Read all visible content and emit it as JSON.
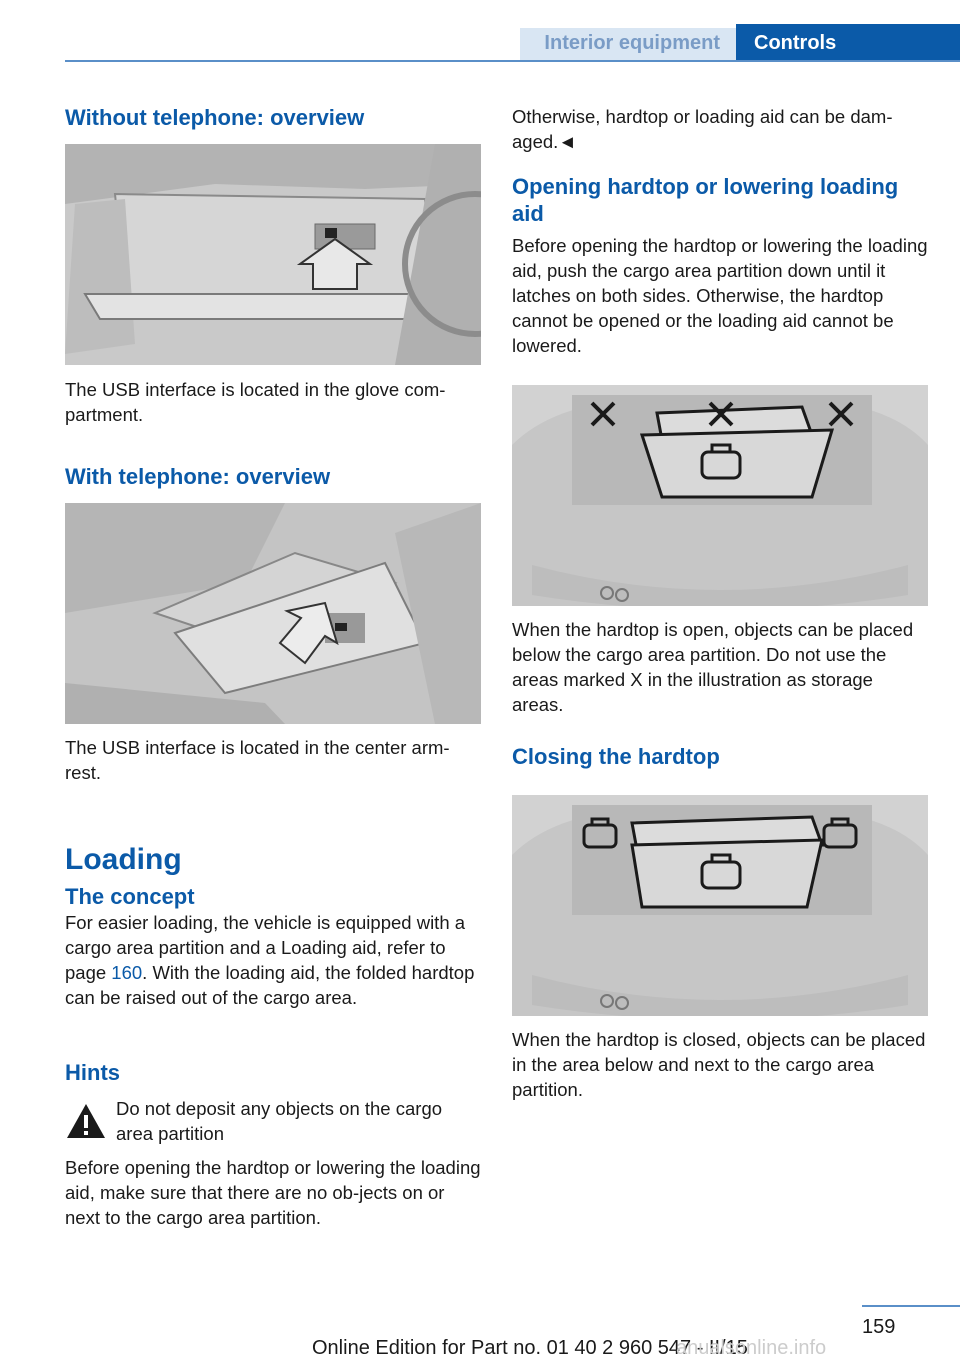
{
  "header": {
    "section": "Interior equipment",
    "tab": "Controls"
  },
  "left": {
    "h_without": "Without telephone: overview",
    "p_without": "The USB interface is located in the glove com-partment.",
    "h_with": "With telephone: overview",
    "p_with": "The USB interface is located in the center arm-rest.",
    "h_loading": "Loading",
    "h_concept": "The concept",
    "p_concept_1": "For easier loading, the vehicle is equipped with a cargo area partition and a Loading aid, refer to page ",
    "p_concept_link": "160",
    "p_concept_2": ". With the loading aid, the folded hardtop can be raised out of the cargo area.",
    "h_hints": "Hints",
    "warn_title": "Do not deposit any objects on the cargo area partition",
    "p_hints": "Before opening the hardtop or lowering the loading aid, make sure that there are no ob-jects on or next to the cargo area partition."
  },
  "right": {
    "p_cont": "Otherwise, hardtop or loading aid can be dam-aged.◄",
    "h_opening": "Opening hardtop or lowering loading aid",
    "p_opening": "Before opening the hardtop or lowering the loading aid, push the cargo area partition down until it latches on both sides. Otherwise, the hardtop cannot be opened or the loading aid cannot be lowered.",
    "p_open": "When the hardtop is open, objects can be placed below the cargo area partition. Do not use the areas marked X in the illustration as storage areas.",
    "h_closing": "Closing the hardtop",
    "p_closed": "When the hardtop is closed, objects can be placed in the area below and next to the cargo area partition."
  },
  "footer": {
    "page_number": "159",
    "edition": "Online Edition for Part no. 01 40 2 960 547 - II/15",
    "watermark": "anualsonline.info"
  },
  "icons": {
    "warning": "warning-triangle-icon",
    "arrow": "pointer-arrow-icon"
  },
  "colors": {
    "accent": "#0b5aa8",
    "header_light": "#d9e6f3",
    "figure_gray": "#cfcfcf"
  }
}
